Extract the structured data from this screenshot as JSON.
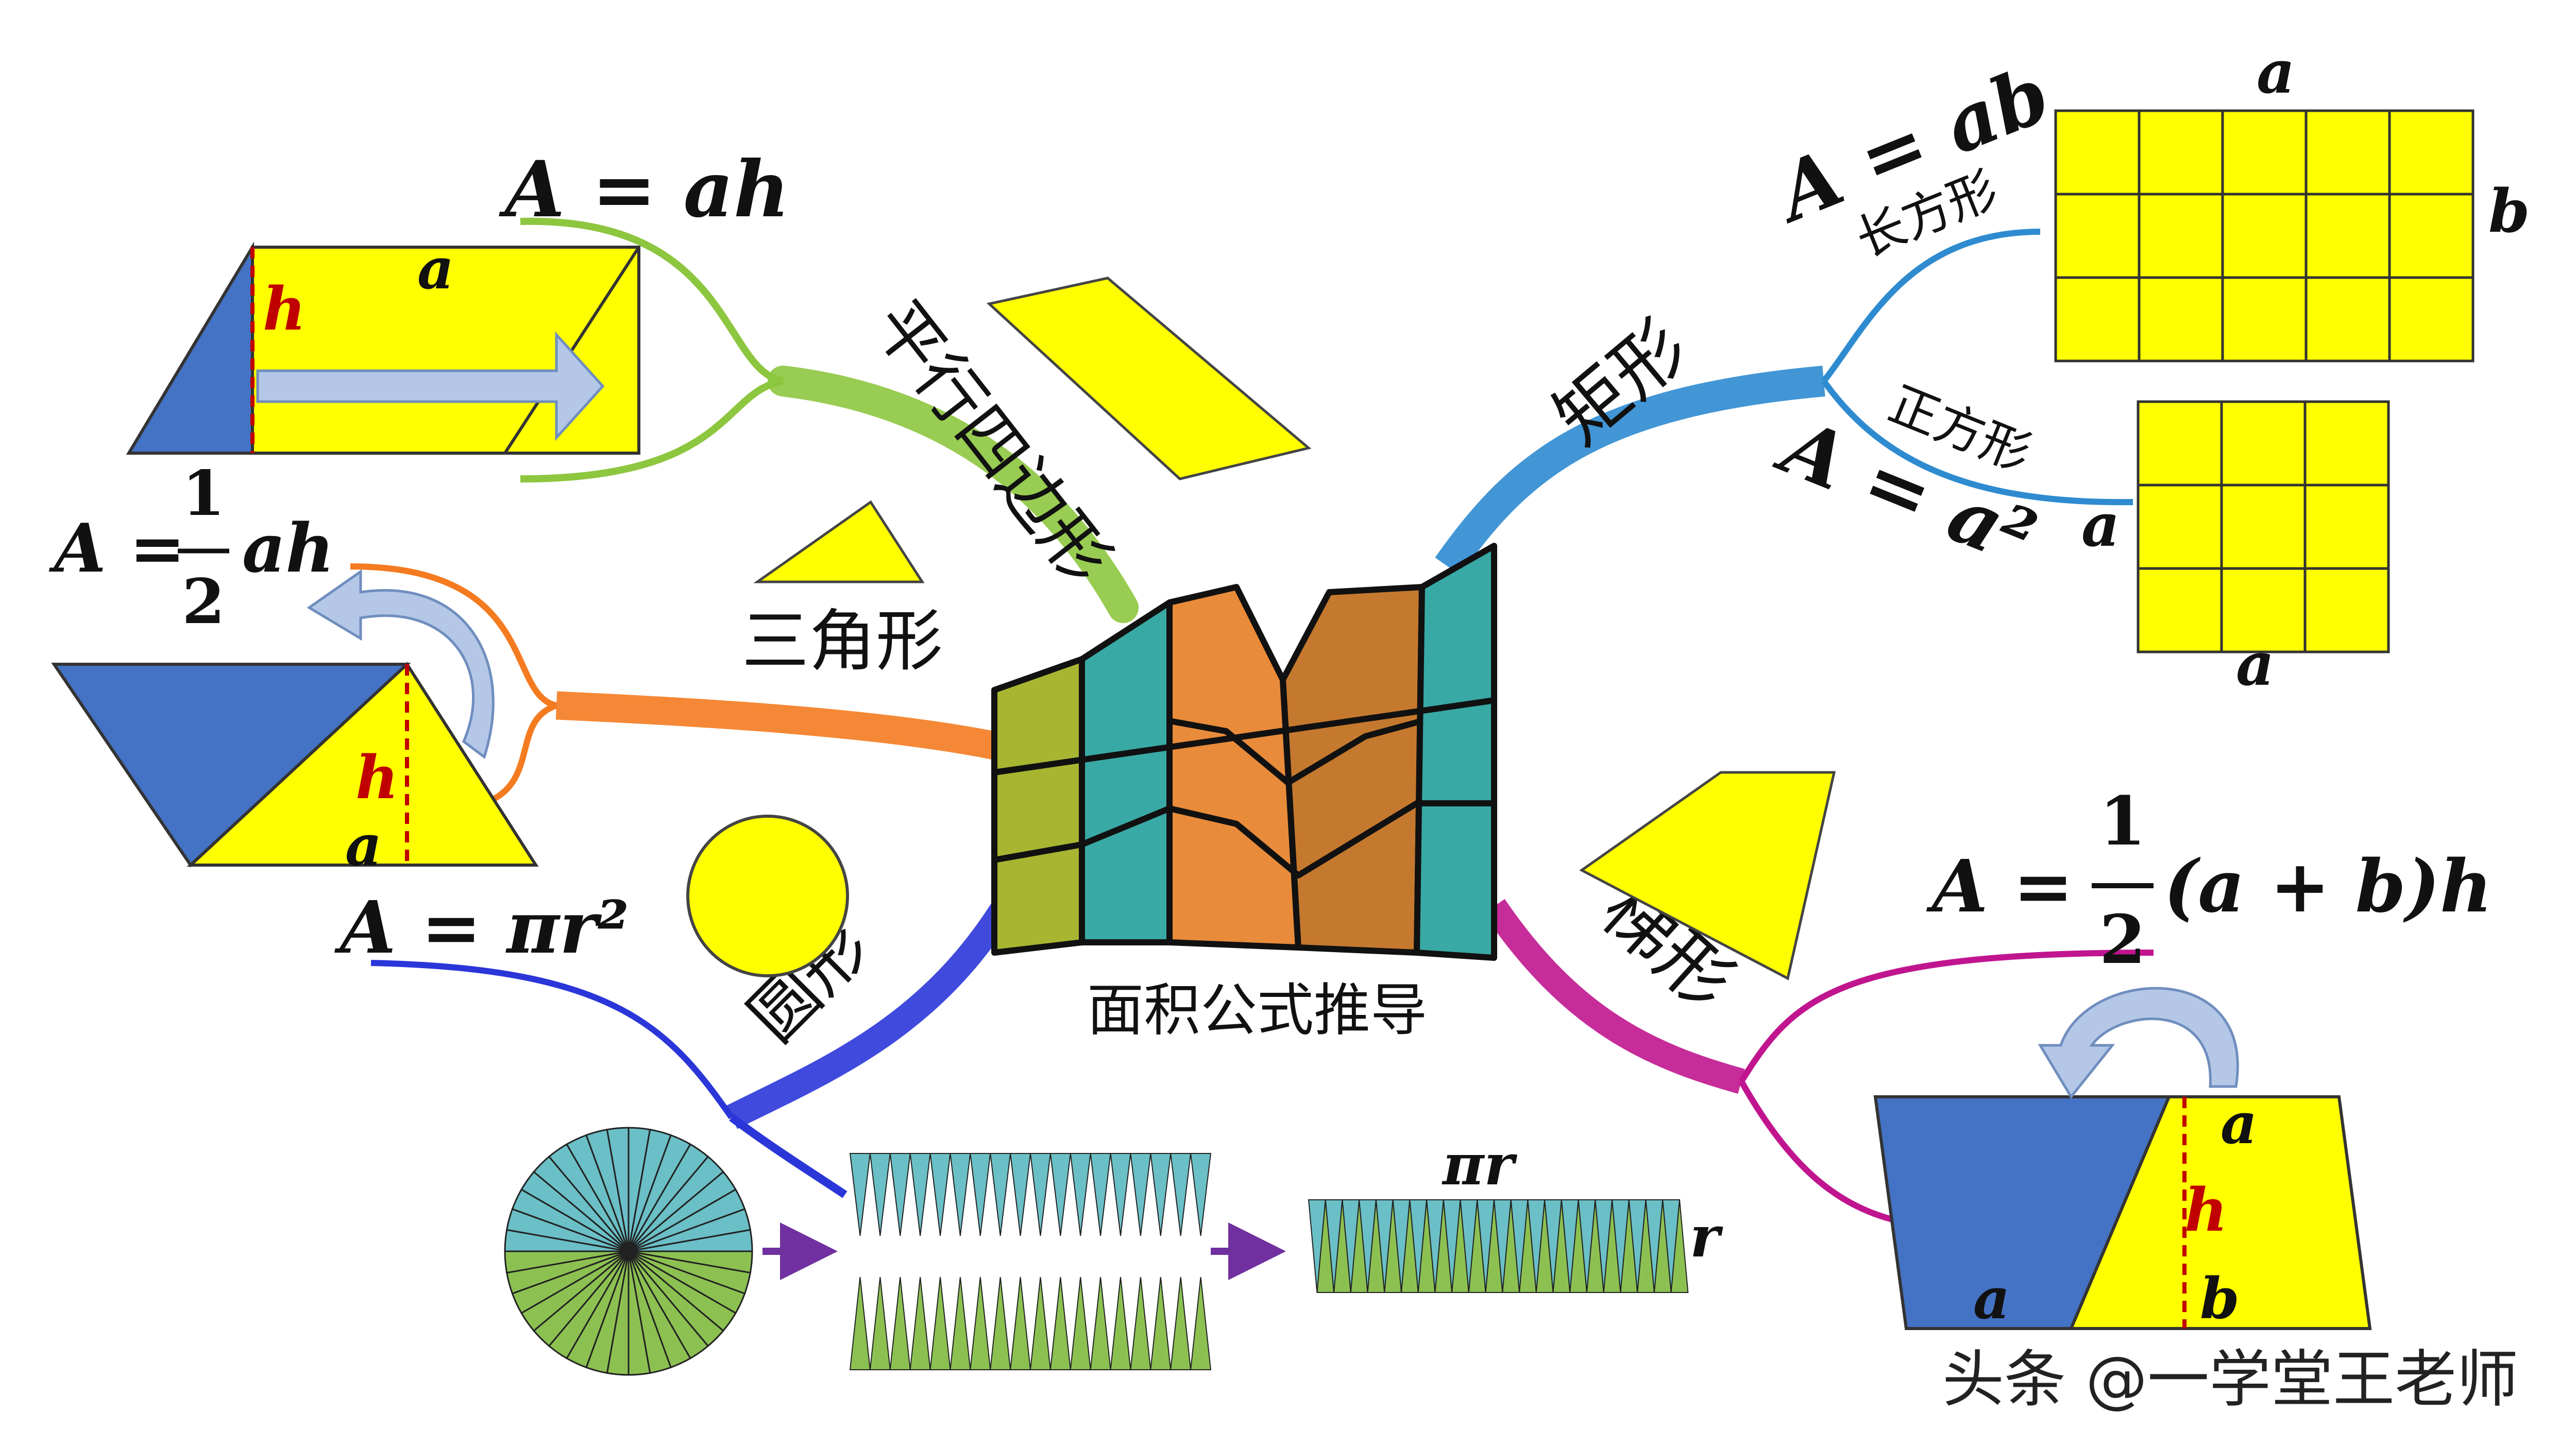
{
  "center": {
    "label": "面积公式推导"
  },
  "branches": {
    "parallelogram": {
      "label": "平行四边形",
      "formula": "A = ah",
      "var_a": "a",
      "var_h": "h",
      "color": "#8DC63F"
    },
    "triangle": {
      "label": "三角形",
      "formula_lhs": "A =",
      "frac_num": "1",
      "frac_den": "2",
      "formula_rhs": "ah",
      "var_h": "h",
      "var_a": "a",
      "color": "#F47B20"
    },
    "circle": {
      "label": "圆形",
      "formula": "A = πr²",
      "var_pir": "πr",
      "var_r": "r",
      "color": "#2B36D9"
    },
    "rectangle": {
      "label": "矩形",
      "sub_rect": "长方形",
      "sub_square": "正方形",
      "formula_rect": "A = ab",
      "formula_square": "A = a²",
      "rect_a": "a",
      "rect_b": "b",
      "square_a_side": "a",
      "square_a_bottom": "a",
      "color": "#2E8BD0"
    },
    "trapezoid": {
      "label": "梯形",
      "formula_lhs": "A =",
      "frac_num": "1",
      "frac_den": "2",
      "formula_rhs": "(a + b)h",
      "var_a_top": "a",
      "var_h": "h",
      "var_b": "b",
      "var_a_bottom": "a",
      "color": "#C0158F"
    }
  },
  "colors": {
    "yellow": "#FFFF00",
    "blue": "#4472C4",
    "arrow": "#B4C7E7",
    "dash": "#C00000",
    "teal": "#6BBFC6",
    "green": "#8CC152"
  },
  "watermark": "头条 @一学堂王老师"
}
